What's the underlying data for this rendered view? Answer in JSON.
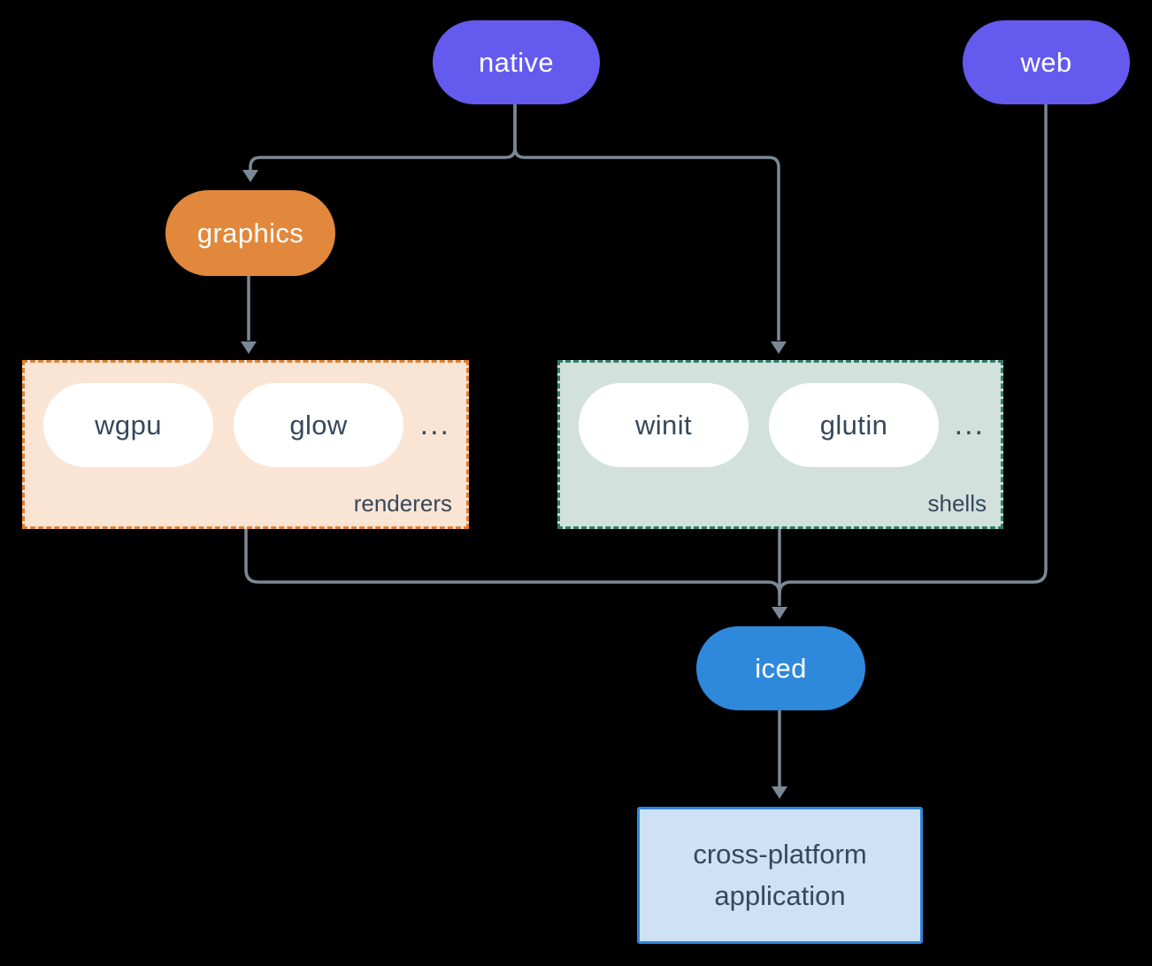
{
  "diagram": {
    "background": "#000000",
    "edge_color": "#7b8896",
    "text_dark": "#36485c",
    "text_light": "#ffffff",
    "nodes": {
      "native": {
        "label": "native",
        "fill": "#655aee"
      },
      "web": {
        "label": "web",
        "fill": "#655aee"
      },
      "graphics": {
        "label": "graphics",
        "fill": "#e2883c"
      },
      "iced": {
        "label": "iced",
        "fill": "#2e89db"
      },
      "application": {
        "label": "cross-platform application",
        "fill": "#cfe2f5",
        "border": "#2e86dc"
      }
    },
    "groups": {
      "renderers": {
        "label": "renderers",
        "fill": "#fae5d5",
        "border": "#df8030",
        "items": [
          {
            "label": "wgpu"
          },
          {
            "label": "glow"
          }
        ],
        "ellipsis": "..."
      },
      "shells": {
        "label": "shells",
        "fill": "#d2e1db",
        "border": "#2e7d6d",
        "items": [
          {
            "label": "winit"
          },
          {
            "label": "glutin"
          }
        ],
        "ellipsis": "..."
      }
    }
  }
}
